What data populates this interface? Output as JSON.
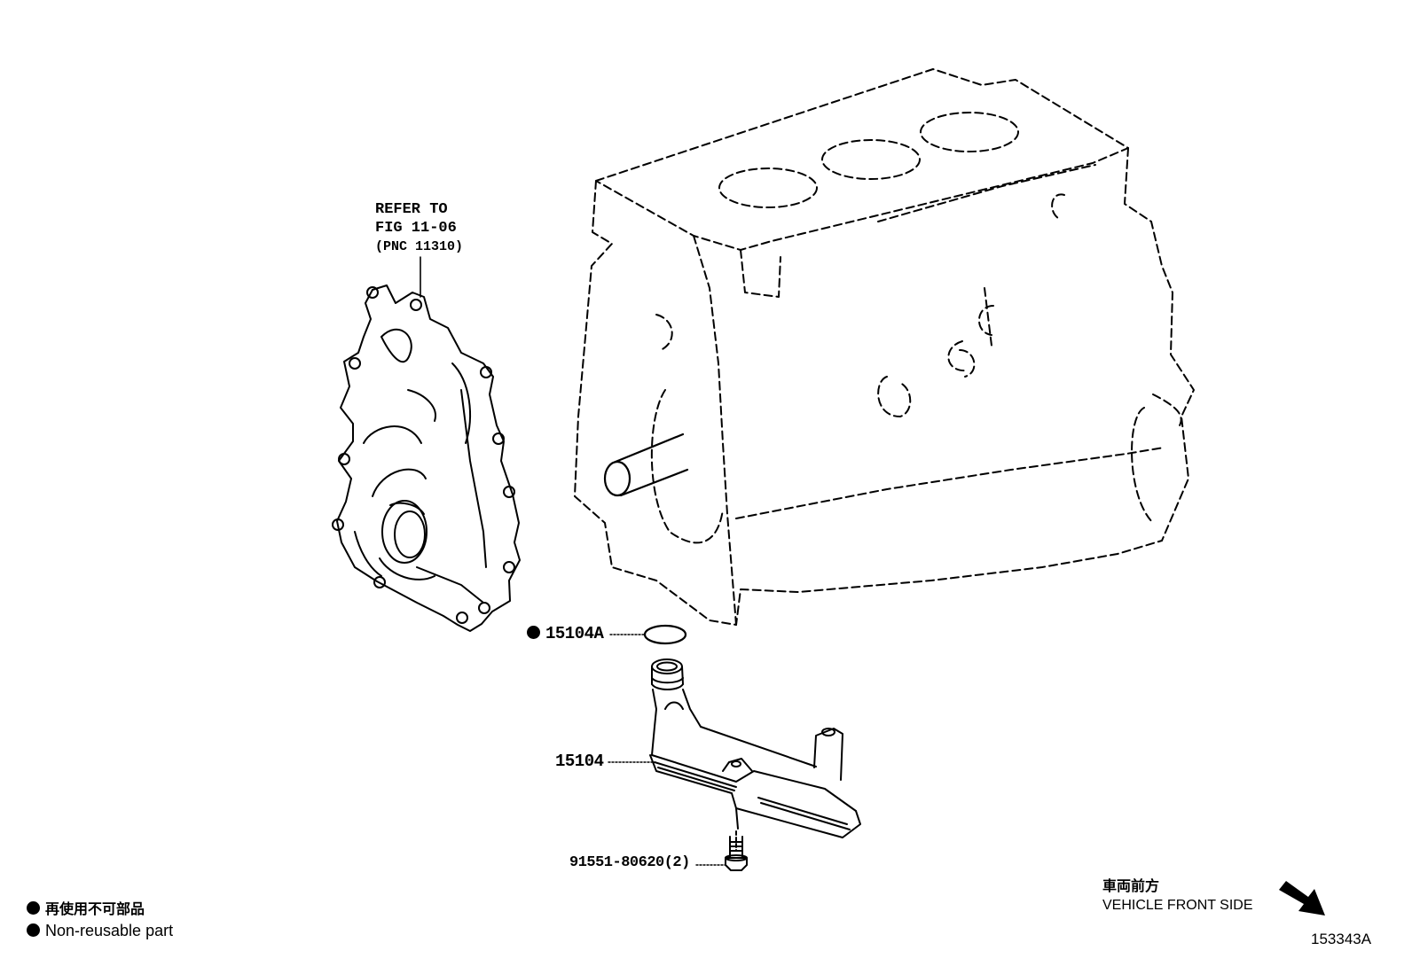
{
  "refer": {
    "line1": "REFER TO",
    "line2": "FIG 11-06",
    "line3": "(PNC 11310)"
  },
  "parts": [
    {
      "number": "15104A",
      "non_reusable": true
    },
    {
      "number": "15104",
      "non_reusable": false
    },
    {
      "number": "91551-80620(2)",
      "non_reusable": false
    }
  ],
  "legend": {
    "jp": "再使用不可部品",
    "en": "Non-reusable part"
  },
  "direction": {
    "jp": "車両前方",
    "en": "VEHICLE FRONT SIDE"
  },
  "figure_id": "153343A",
  "colors": {
    "ink": "#000000",
    "background": "#ffffff"
  }
}
